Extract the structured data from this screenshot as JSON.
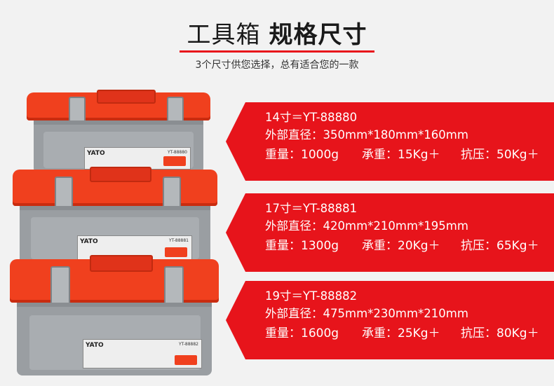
{
  "header": {
    "title_light": "工具箱",
    "title_bold": "规格尺寸",
    "subtitle": "3个尺寸供您选择，总有适合您的一款"
  },
  "specs": [
    {
      "name": "14寸＝YT-88880",
      "dimensions": "外部直径：350mm*180mm*160mm",
      "weight": "重量：1000g",
      "load": "承重：15Kg＋",
      "pressure": "抗压：50Kg＋"
    },
    {
      "name": "17寸＝YT-88881",
      "dimensions": "外部直径：420mm*210mm*195mm",
      "weight": "重量：1300g",
      "load": "承重：20Kg＋",
      "pressure": "抗压：65Kg＋"
    },
    {
      "name": "19寸＝YT-88882",
      "dimensions": "外部直径：475mm*230mm*210mm",
      "weight": "重量：1600g",
      "load": "承重：25Kg＋",
      "pressure": "抗压：80Kg＋"
    }
  ],
  "products": [
    {
      "brand": "YATO",
      "code": "YT-88880"
    },
    {
      "brand": "YATO",
      "code": "YT-88881"
    },
    {
      "brand": "YATO",
      "code": "YT-88882"
    }
  ],
  "colors": {
    "accent": "#e7141b",
    "lid": "#f0401e",
    "body": "#9a9ea2",
    "background": "#f2f2f2"
  }
}
